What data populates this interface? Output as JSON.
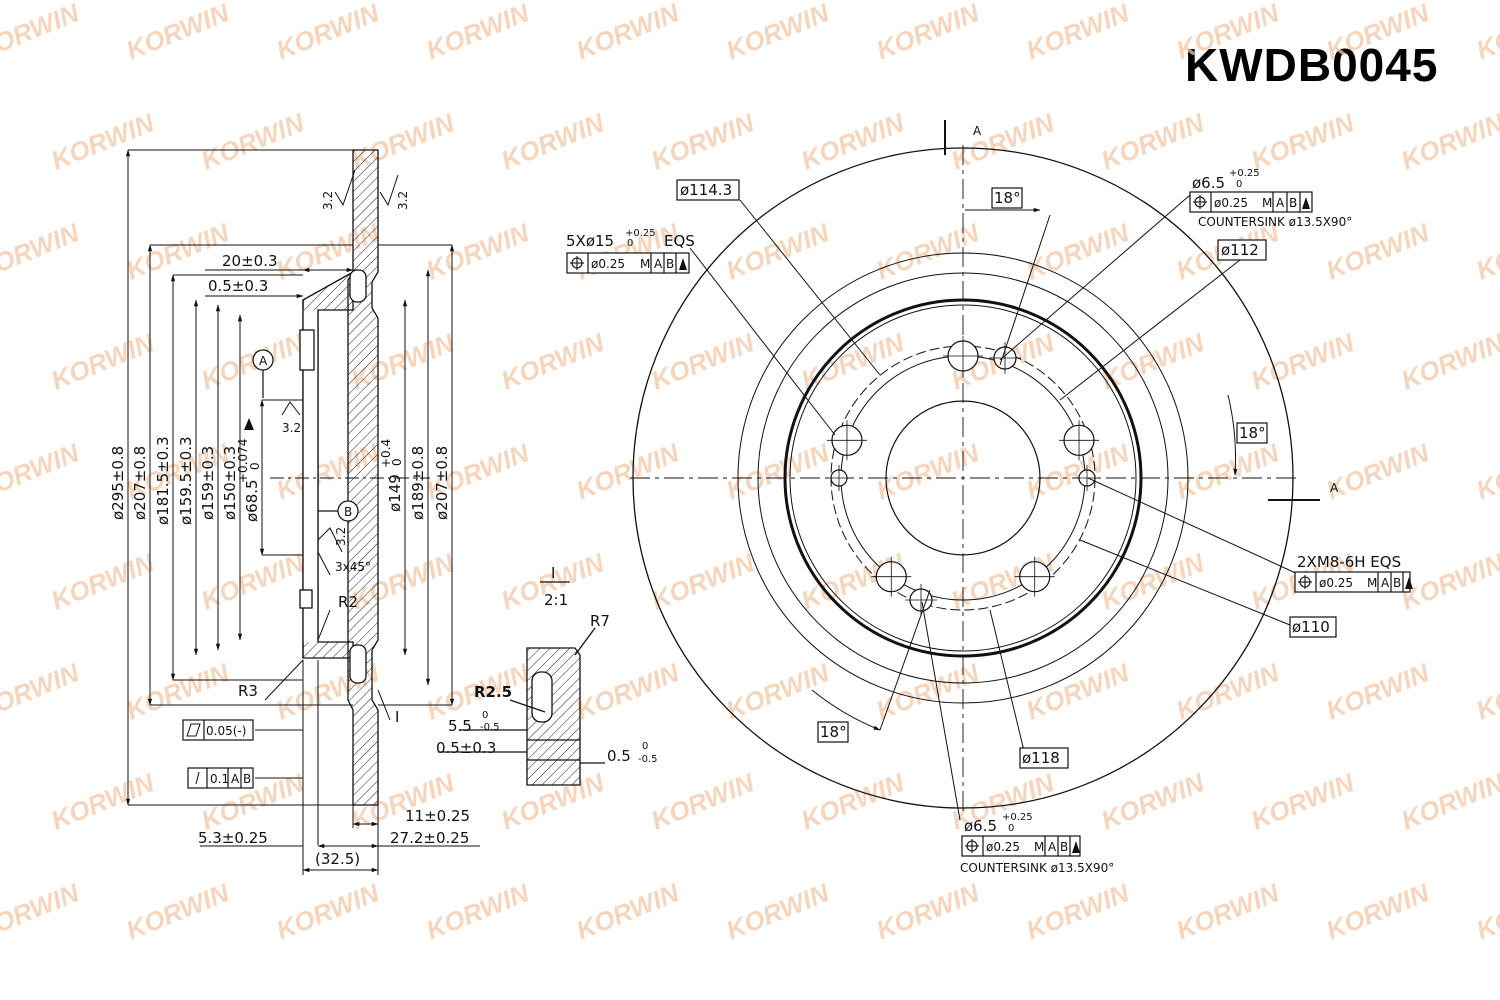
{
  "part_number": "KWDB0045",
  "watermark": {
    "text": "KORWIN",
    "colors": [
      "#f3c7a8",
      "#b9c9ef"
    ]
  },
  "section_view": {
    "diameters": [
      "ø295±0.8",
      "ø207±0.8",
      "ø181.5±0.3",
      "ø159.5±0.3",
      "ø159±0.3",
      "ø150±0.3",
      "ø68.5"
    ],
    "diam_tol_upper": "+0.074",
    "diam_tol_lower": "0",
    "right_diameters": [
      "ø149",
      "ø189±0.8",
      "ø207±0.8"
    ],
    "d149_tol_upper": "+0.4",
    "d149_tol_lower": "0",
    "top_dims": [
      "20±0.3",
      "0.5±0.3"
    ],
    "roughness": [
      "3.2",
      "3.2",
      "3.2",
      "3.2"
    ],
    "datum_a": "A",
    "datum_b": "B",
    "chamfer": "3x45°",
    "radii": {
      "r2": "R2",
      "r3": "R3"
    },
    "flatness": "0.05(-)",
    "runout": "0.1",
    "runout_datums": [
      "A",
      "B"
    ],
    "detail_marker": "I",
    "bottom_dims": {
      "d11": "11±0.25",
      "d27": "27.2±0.25",
      "d53": "5.3±0.25",
      "d325": "(32.5)"
    }
  },
  "detail_view": {
    "label": "I",
    "scale": "2:1",
    "r7": "R7",
    "r25": "R2.5",
    "d55": "5.5",
    "d55_tol_upper": "0",
    "d55_tol_lower": "-0.5",
    "d05": "0.5±0.3",
    "d05b": "0.5",
    "d05b_tol_upper": "0",
    "d05b_tol_lower": "-0.5"
  },
  "front_view": {
    "section_label": "A",
    "d1143": "ø114.3",
    "holes_spec": "5Xø15",
    "holes_tol_upper": "+0.25",
    "holes_tol_lower": "0",
    "eqs": "EQS",
    "fcf_tol": "ø0.25",
    "fcf_mod": "M",
    "fcf_datums": [
      "A",
      "B"
    ],
    "angles": [
      "18°",
      "18°",
      "18°"
    ],
    "top_hole_dia": "ø6.5",
    "top_hole_tol_upper": "+0.25",
    "top_hole_tol_lower": "0",
    "countersink": "COUNTERSINK  ø13.5X90°",
    "d112": "ø112",
    "thread": "2XM8-6H EQS",
    "d110": "ø110",
    "d118": "ø118",
    "bottom_hole_dia": "ø6.5",
    "bottom_hole_tol_upper": "+0.25",
    "bottom_hole_tol_lower": "0",
    "bottom_countersink": "COUNTERSINK  ø13.5X90°"
  }
}
